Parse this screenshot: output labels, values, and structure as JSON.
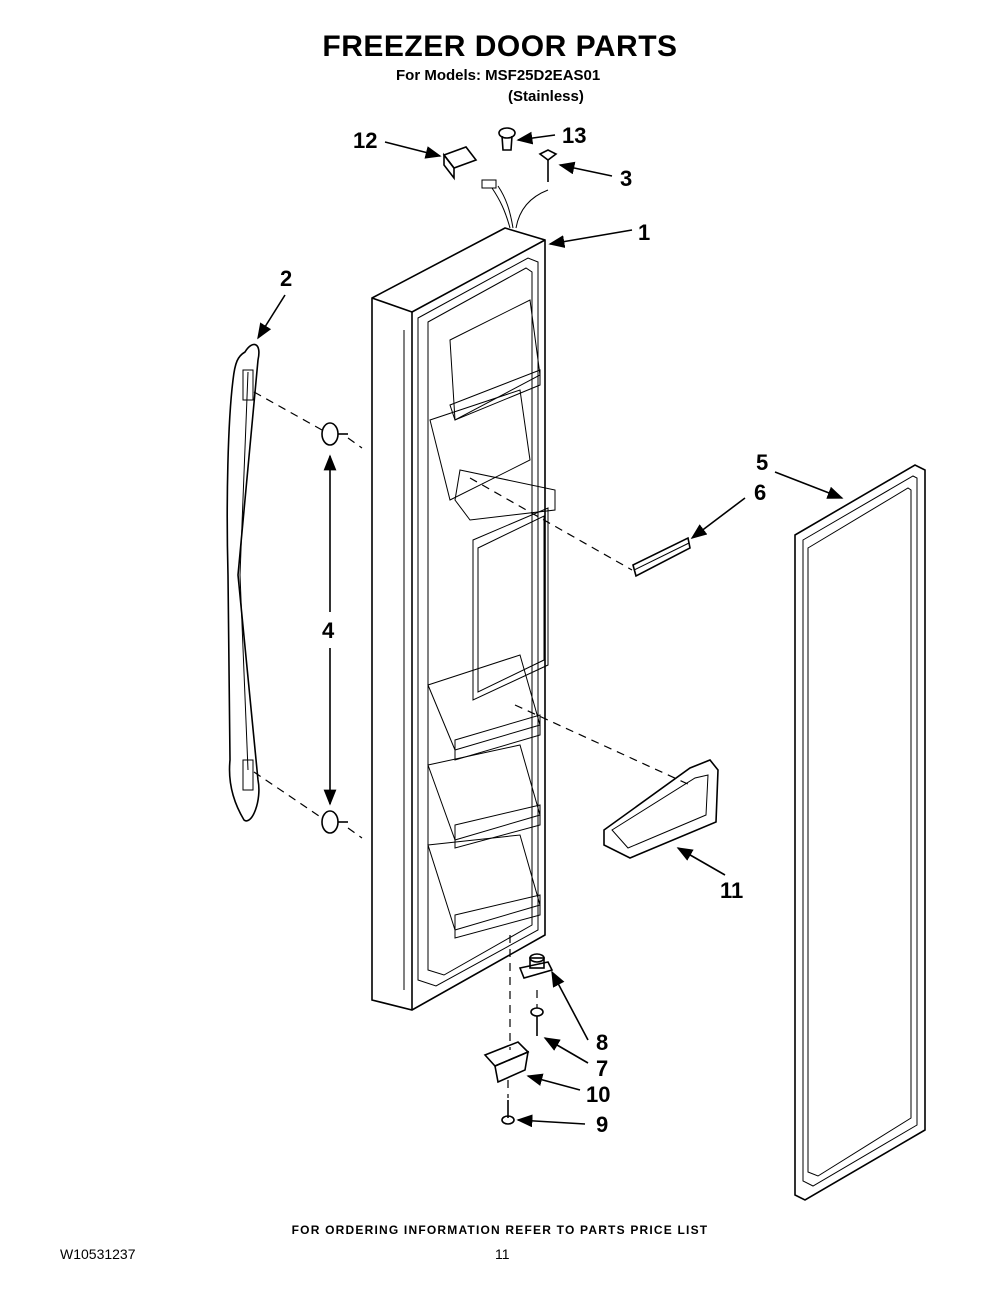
{
  "header": {
    "title": "FREEZER DOOR PARTS",
    "models_line": "For Models: MSF25D2EAS01",
    "variant": "(Stainless)"
  },
  "callouts": {
    "c1": "1",
    "c2": "2",
    "c3": "3",
    "c4": "4",
    "c5": "5",
    "c6": "6",
    "c7": "7",
    "c8": "8",
    "c9": "9",
    "c10": "10",
    "c11": "11",
    "c12": "12",
    "c13": "13"
  },
  "footer": {
    "ordering_note": "FOR ORDERING INFORMATION REFER TO PARTS PRICE LIST",
    "document_number": "W10531237",
    "page_number": "11"
  }
}
